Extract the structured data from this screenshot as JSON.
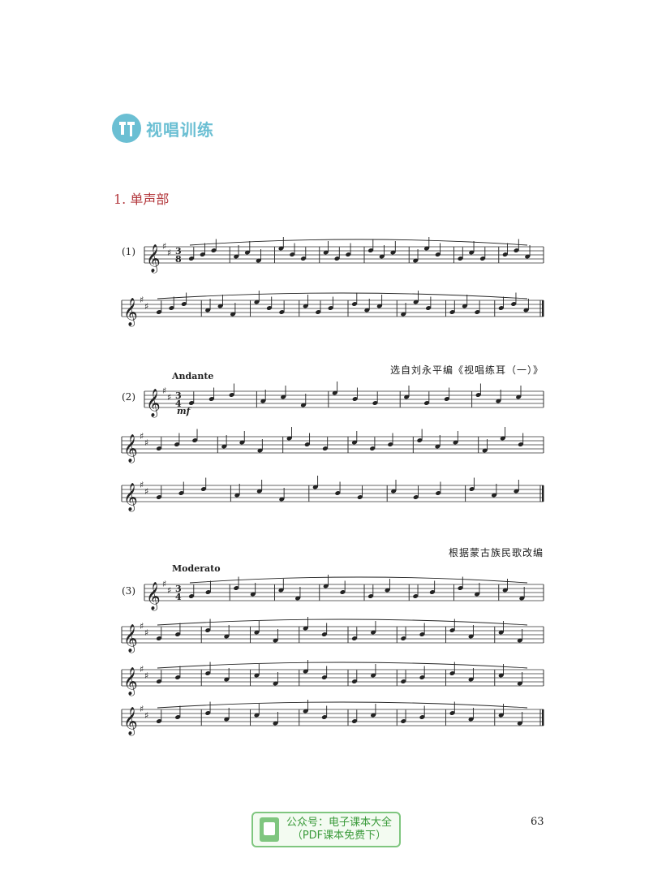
{
  "header": {
    "title": "视唱训练",
    "icon": "music-note-icon",
    "accent": "#6bbfd3"
  },
  "section": {
    "title": "1. 单声部",
    "color": "#b3383d"
  },
  "exercises": [
    {
      "label": "(1)",
      "time": [
        "3",
        "8"
      ],
      "key": "D major (2 sharps)",
      "source": "",
      "tempo": "",
      "dynamic": ""
    },
    {
      "label": "(2)",
      "time": [
        "3",
        "4"
      ],
      "key": "D major (2 sharps)",
      "source": "选自刘永平编《视唱练耳（一）》",
      "tempo": "Andante",
      "dynamic": "mf"
    },
    {
      "label": "(3)",
      "time": [
        "3",
        "4"
      ],
      "key": "D major (2 sharps)",
      "source": "根据蒙古族民歌改编",
      "tempo": "Moderato",
      "dynamic": ""
    }
  ],
  "page_number": "63",
  "watermark": {
    "line1": "公众号：电子课本大全",
    "line2": "（PDF课本免费下）",
    "color": "#7fc67f"
  }
}
